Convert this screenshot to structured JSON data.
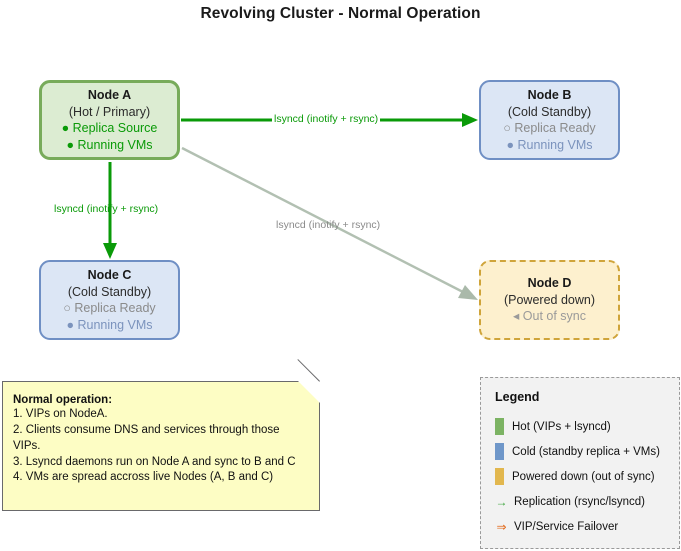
{
  "title": "Revolving Cluster - Normal Operation",
  "nodes": {
    "a": {
      "name": "Node A",
      "role": "(Hot / Primary)",
      "status_1": "● Replica Source",
      "status_2": "● Running VMs",
      "fill": "#dcecd2",
      "border": "#78ab5b"
    },
    "b": {
      "name": "Node B",
      "role": "(Cold Standby)",
      "status_1": "○ Replica Ready",
      "status_2": "● Running VMs",
      "fill": "#dce6f5",
      "border": "#6f8fc4"
    },
    "c": {
      "name": "Node C",
      "role": "(Cold Standby)",
      "status_1": "○ Replica Ready",
      "status_2": "● Running VMs",
      "fill": "#dce6f5",
      "border": "#6f8fc4"
    },
    "d": {
      "name": "Node D",
      "role": "(Powered down)",
      "status_1": "◂ Out of sync",
      "fill": "#fdf0ce",
      "border": "#cfa43a"
    }
  },
  "edges": {
    "a_to_b": {
      "label": "lsyncd (inotify + rsync)",
      "color": "#0a9a08"
    },
    "a_to_c": {
      "label": "lsyncd (inotify + rsync)",
      "color": "#0a9a08"
    },
    "a_to_d": {
      "label": "lsyncd (inotify + rsync)",
      "color": "#b2c0b2"
    }
  },
  "note": {
    "title": "Normal operation:",
    "lines": [
      "1. VIPs on NodeA.",
      "2. Clients consume DNS and services through those VIPs.",
      "3. Lsyncd daemons run on Node A and sync to B and C",
      "4. VMs are spread accross live Nodes (A, B and C)"
    ],
    "fill": "#fdfdc4",
    "border": "#69696b"
  },
  "legend": {
    "title": "Legend",
    "items": [
      {
        "marker": "swatch",
        "color": "#7cb363",
        "label": "Hot (VIPs + lsyncd)"
      },
      {
        "marker": "swatch",
        "color": "#6f97c9",
        "label": "Cold (standby replica + VMs)"
      },
      {
        "marker": "swatch",
        "color": "#e2b74e",
        "label": "Powered down (out of sync)"
      },
      {
        "marker": "glyph",
        "glyph": "→",
        "color": "#3aa33a",
        "label": "Replication (rsync/lsyncd)"
      },
      {
        "marker": "glyph",
        "glyph": "⇒",
        "color": "#e2691a",
        "label": "VIP/Service Failover"
      }
    ]
  }
}
